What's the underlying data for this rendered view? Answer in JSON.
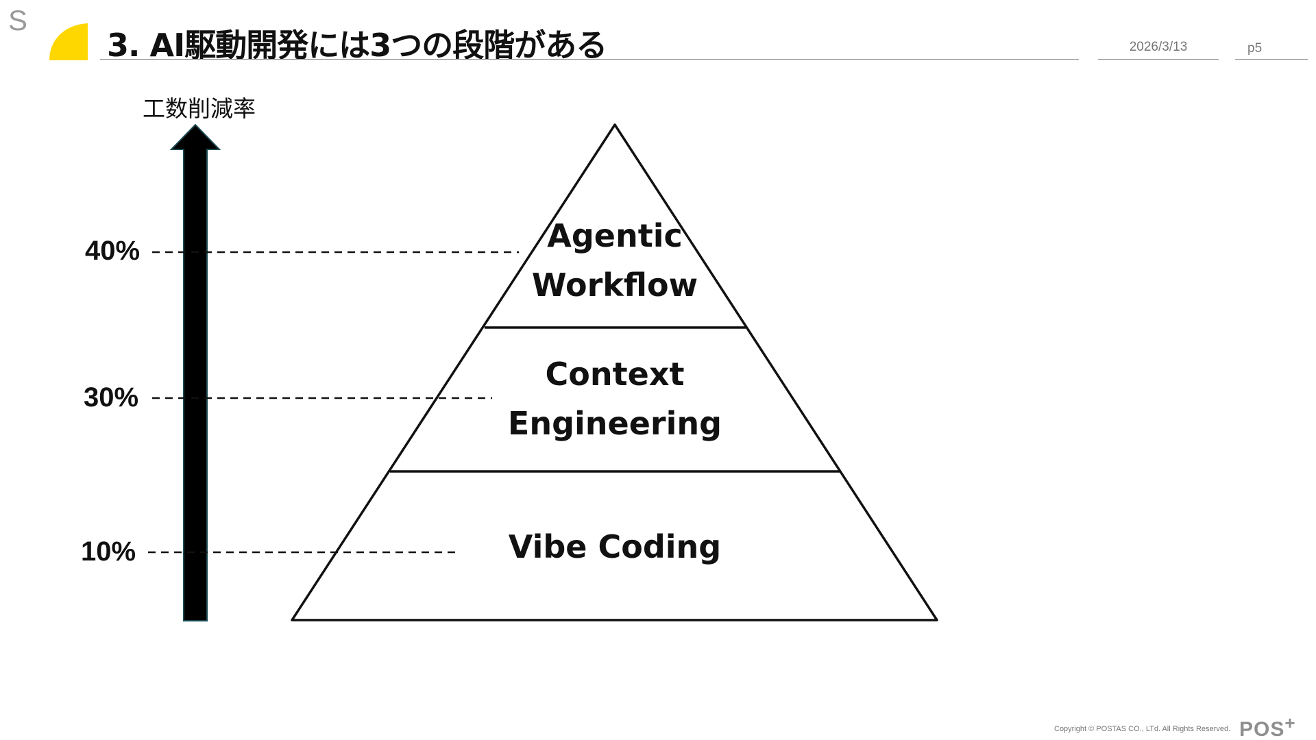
{
  "corner_mark": "S",
  "header": {
    "title": "3. AI駆動開発には3つの段階がある",
    "date": "2026/3/13",
    "page": "p5",
    "accent_color": "#FFD700"
  },
  "axis": {
    "label": "工数削減率",
    "ticks": [
      "40%",
      "30%",
      "10%"
    ]
  },
  "pyramid": {
    "layers": [
      {
        "lines": [
          "Agentic",
          "Workflow"
        ]
      },
      {
        "lines": [
          "Context",
          "Engineering"
        ]
      },
      {
        "lines": [
          "Vibe Coding"
        ]
      }
    ]
  },
  "footer": {
    "copyright": "Copyright © POSTAS CO., LTd. All Rights Reserved.",
    "logo_text": "POS",
    "logo_mark": "+"
  }
}
